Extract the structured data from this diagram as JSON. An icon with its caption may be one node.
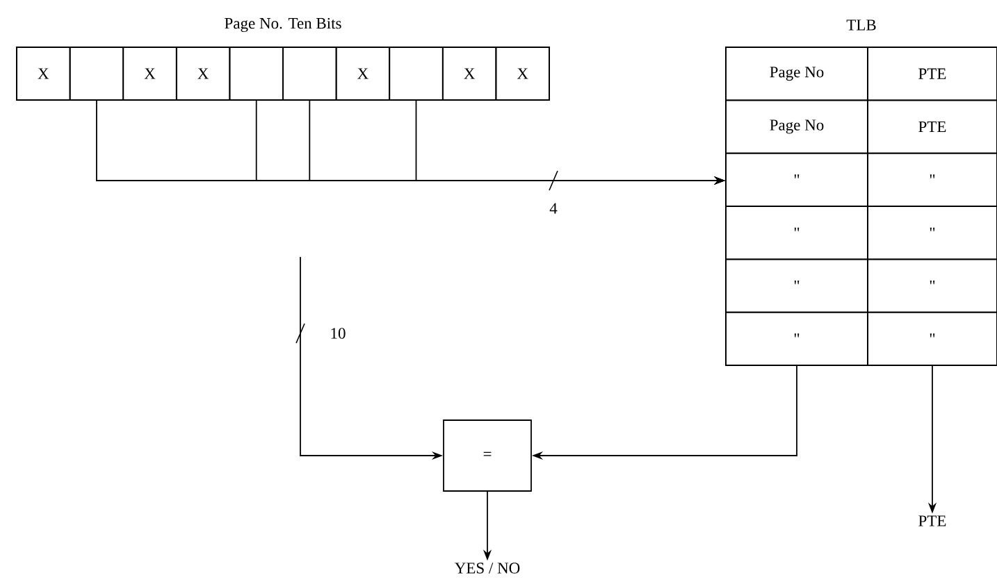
{
  "diagram": {
    "nodes": [
      {
        "text": [
          "Page No. Ten Bits"
        ]
      },
      {
        "text": [
          "X"
        ],
        "in": 0
      },
      {
        "text": [],
        "shape": "box",
        "in": 0
      },
      {
        "text": [
          "X"
        ],
        "in": 0
      },
      {
        "text": [
          "X"
        ],
        "in": 0
      },
      {
        "text": [],
        "shape": "box",
        "in": 0
      },
      {
        "text": [],
        "shape": "box",
        "in": 0
      },
      {
        "text": [
          "X"
        ],
        "in": 0
      },
      {
        "text": [],
        "shape": "box",
        "in": 0
      },
      {
        "text": [
          "X"
        ],
        "in": 0
      },
      {
        "text": [
          "X"
        ],
        "in": 0
      },
      {
        "text": [
          "TLB"
        ]
      },
      {
        "text": [
          "Page No"
        ],
        "in": 11
      },
      {
        "text": [
          "PTE"
        ],
        "in": 11
      },
      {
        "text": [
          "Page No"
        ],
        "in": 11
      },
      {
        "text": [
          "PTE"
        ],
        "in": 11
      },
      {
        "text": [
          "\""
        ],
        "in": 11
      },
      {
        "text": [
          "\""
        ],
        "in": 11
      },
      {
        "text": [
          "\""
        ],
        "in": 11
      },
      {
        "text": [
          "\""
        ],
        "in": 11
      },
      {
        "text": [
          "\""
        ],
        "in": 11
      },
      {
        "text": [
          "\""
        ],
        "in": 11
      },
      {
        "text": [
          "\""
        ],
        "in": 11
      },
      {
        "text": [
          "\""
        ],
        "in": 11
      },
      {
        "text": [
          "="
        ]
      },
      {
        "text": [
          "PTE"
        ]
      },
      {
        "text": [
          "YES / NO"
        ]
      }
    ],
    "edges": [
      {
        "from": 2,
        "to": 11,
        "arrow": "to",
        "label": "4"
      },
      {
        "from": 5,
        "to": 11,
        "arrow": "to"
      },
      {
        "from": 6,
        "to": 11,
        "arrow": "to"
      },
      {
        "from": 8,
        "to": 11,
        "arrow": "to"
      },
      {
        "from": null,
        "to": 24,
        "arrow": "to",
        "label": "10"
      },
      {
        "from": 11,
        "to": 24,
        "arrow": "to"
      },
      {
        "from": 11,
        "to": 25,
        "arrow": "to"
      },
      {
        "from": 24,
        "to": 26,
        "arrow": "to"
      }
    ]
  }
}
